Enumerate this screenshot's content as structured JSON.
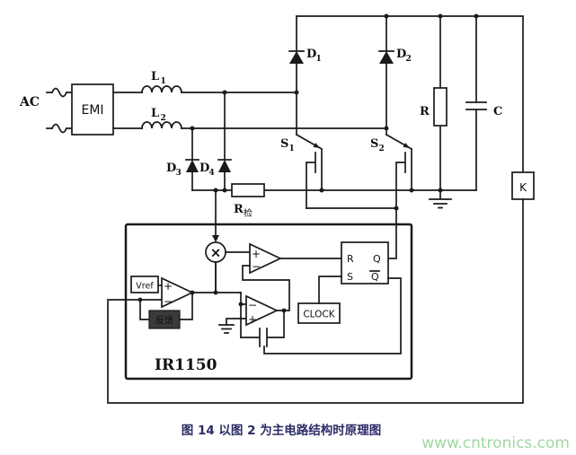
{
  "colors": {
    "background": "#ffffff",
    "wire": "#1a1a1a",
    "caption": "#2b2b66",
    "watermark": "#9fd89f",
    "feedback_box_fill": "#3a3a3a"
  },
  "schematic": {
    "ac": "AC",
    "emi": "EMI",
    "l1": {
      "main": "L",
      "sub": "1"
    },
    "l2": {
      "main": "L",
      "sub": "2"
    },
    "d1": {
      "main": "D",
      "sub": "1"
    },
    "d2": {
      "main": "D",
      "sub": "2"
    },
    "d3": {
      "main": "D",
      "sub": "3"
    },
    "d4": {
      "main": "D",
      "sub": "4"
    },
    "s1": {
      "main": "S",
      "sub": "1"
    },
    "s2": {
      "main": "S",
      "sub": "2"
    },
    "load_r": "R",
    "cap_c": "C",
    "relay_k": "K",
    "rsense": {
      "main": "R",
      "sub": "检"
    },
    "controller": {
      "chip": "IR1150",
      "vref": "Vref",
      "feedback": "反馈",
      "clock": "CLOCK",
      "multiplier": "×",
      "latch": {
        "r": "R",
        "s": "S",
        "q": "Q",
        "qbar": "Q"
      },
      "plus": "+",
      "minus": "−"
    }
  },
  "caption": "图 14  以图 2 为主电路结构时原理图",
  "watermark": "www.cntronics.com"
}
